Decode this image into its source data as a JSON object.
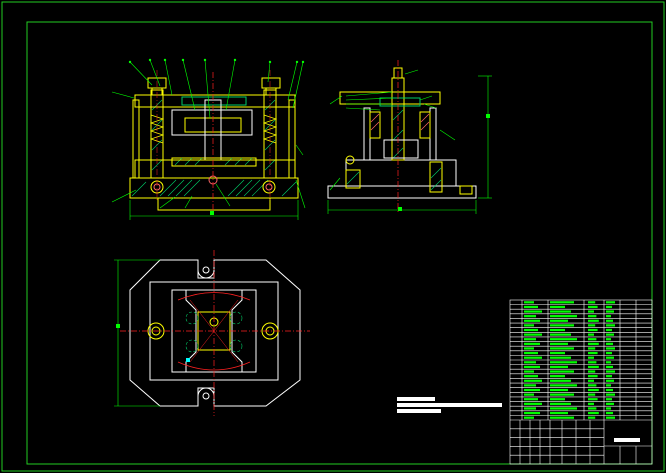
{
  "drawing": {
    "background": "#000000",
    "border_color": "#22cc22",
    "line_color": "#ffffff",
    "part_color": "#ffff00",
    "hatch_color": "#00cc66",
    "center_color": "#ff2020",
    "dim_color": "#00ff00",
    "accent_color": "#00ffff",
    "bolt_color": "#ff6666"
  },
  "views": [
    {
      "id": "front-view",
      "label": ""
    },
    {
      "id": "side-view",
      "label": ""
    },
    {
      "id": "plan-view",
      "label": ""
    }
  ],
  "title_block": {
    "rows": 26,
    "columns": 4,
    "title": "",
    "drawing_number": ""
  }
}
